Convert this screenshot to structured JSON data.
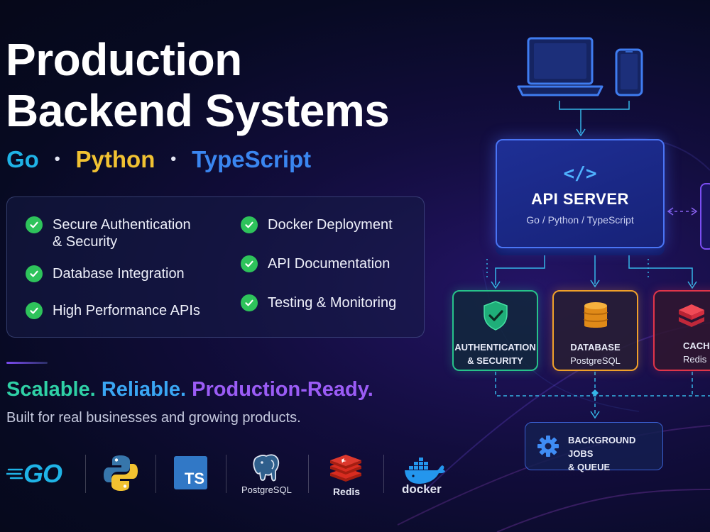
{
  "hero": {
    "title_line1": "Production",
    "title_line2": "Backend Systems"
  },
  "languages": [
    "Go",
    "Python",
    "TypeScript"
  ],
  "separator": "•",
  "features": [
    "Secure Authentication",
    "& Security",
    "Database Integration",
    "High Performance APIs",
    "Docker Deployment",
    "API Documentation",
    "Testing & Monitoring"
  ],
  "tagline": {
    "part1": "Scalable.",
    "part2": "Reliable.",
    "part3": "Production-Ready.",
    "subtitle": "Built for real businesses and growing products."
  },
  "logos": {
    "go": "GO",
    "typescript": "TS",
    "postgres": "PostgreSQL",
    "redis": "Redis",
    "docker": "docker"
  },
  "diagram": {
    "api_glyph": "</>",
    "api_title": "API SERVER",
    "api_subtitle": "Go / Python / TypeScript",
    "auth_line1": "AUTHENTICATION",
    "auth_line2": "& SECURITY",
    "db_line1": "DATABASE",
    "db_line2": "PostgreSQL",
    "cache_line1": "CACHE",
    "cache_line2": "Redis",
    "jobs_line1": "BACKGROUND JOBS",
    "jobs_line2": "& QUEUE"
  },
  "icons": [
    "laptop-icon",
    "phone-icon",
    "code-icon",
    "shield-check-icon",
    "database-icon",
    "redis-cube-icon",
    "gear-icon",
    "check-icon",
    "go-logo",
    "python-logo",
    "typescript-logo",
    "postgresql-elephant-logo",
    "redis-logo",
    "docker-whale-logo"
  ],
  "colors": {
    "background": "#0a0c2a",
    "go": "#1fb3e6",
    "python": "#f1c232",
    "typescript": "#3a86f0",
    "check": "#2ec35b",
    "tag_scalable": "#2fd0a6",
    "tag_reliable": "#3aa6f3",
    "tag_production": "#9b5cf6",
    "auth_border": "#27c28a",
    "db_border": "#f0a02a",
    "cache_border": "#e0354a",
    "api_border": "#4a74f5"
  }
}
